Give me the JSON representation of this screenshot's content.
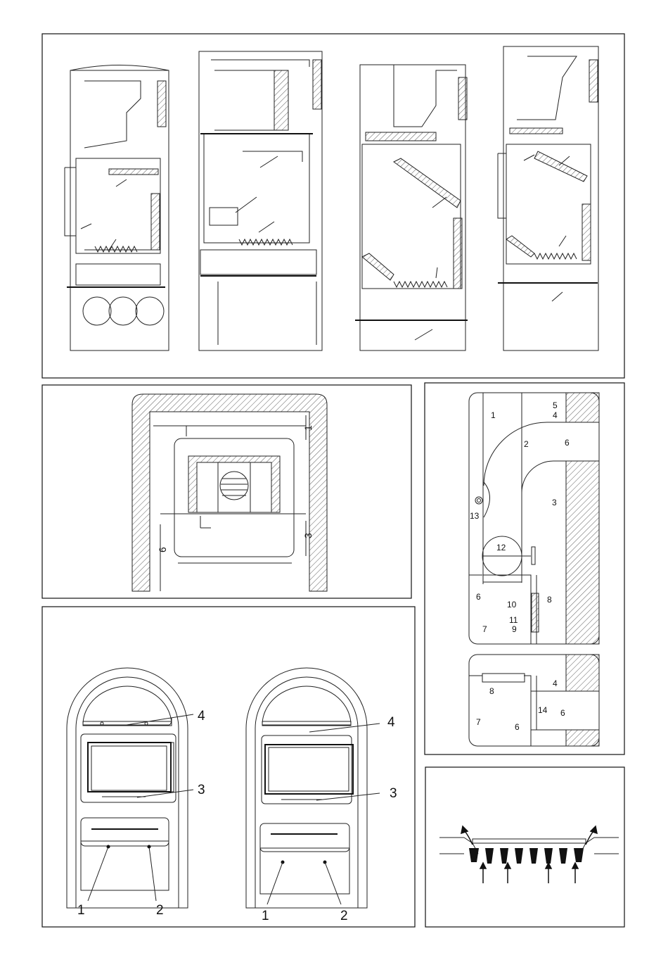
{
  "clearance_diagram": {
    "labels": [
      "1",
      "3",
      "6"
    ]
  },
  "front_views": {
    "left_stove": {
      "labels": [
        "4",
        "3",
        "1",
        "2"
      ]
    },
    "right_stove": {
      "labels": [
        "4",
        "3",
        "1",
        "2"
      ]
    }
  },
  "flue_connection_detail": {
    "upper": {
      "labels": [
        "1",
        "2",
        "3",
        "4",
        "5",
        "6",
        "6",
        "13",
        "12",
        "6",
        "10",
        "8",
        "11",
        "9",
        "7"
      ]
    },
    "lower": {
      "labels": [
        "8",
        "4",
        "14",
        "6",
        "7",
        "6"
      ]
    }
  }
}
